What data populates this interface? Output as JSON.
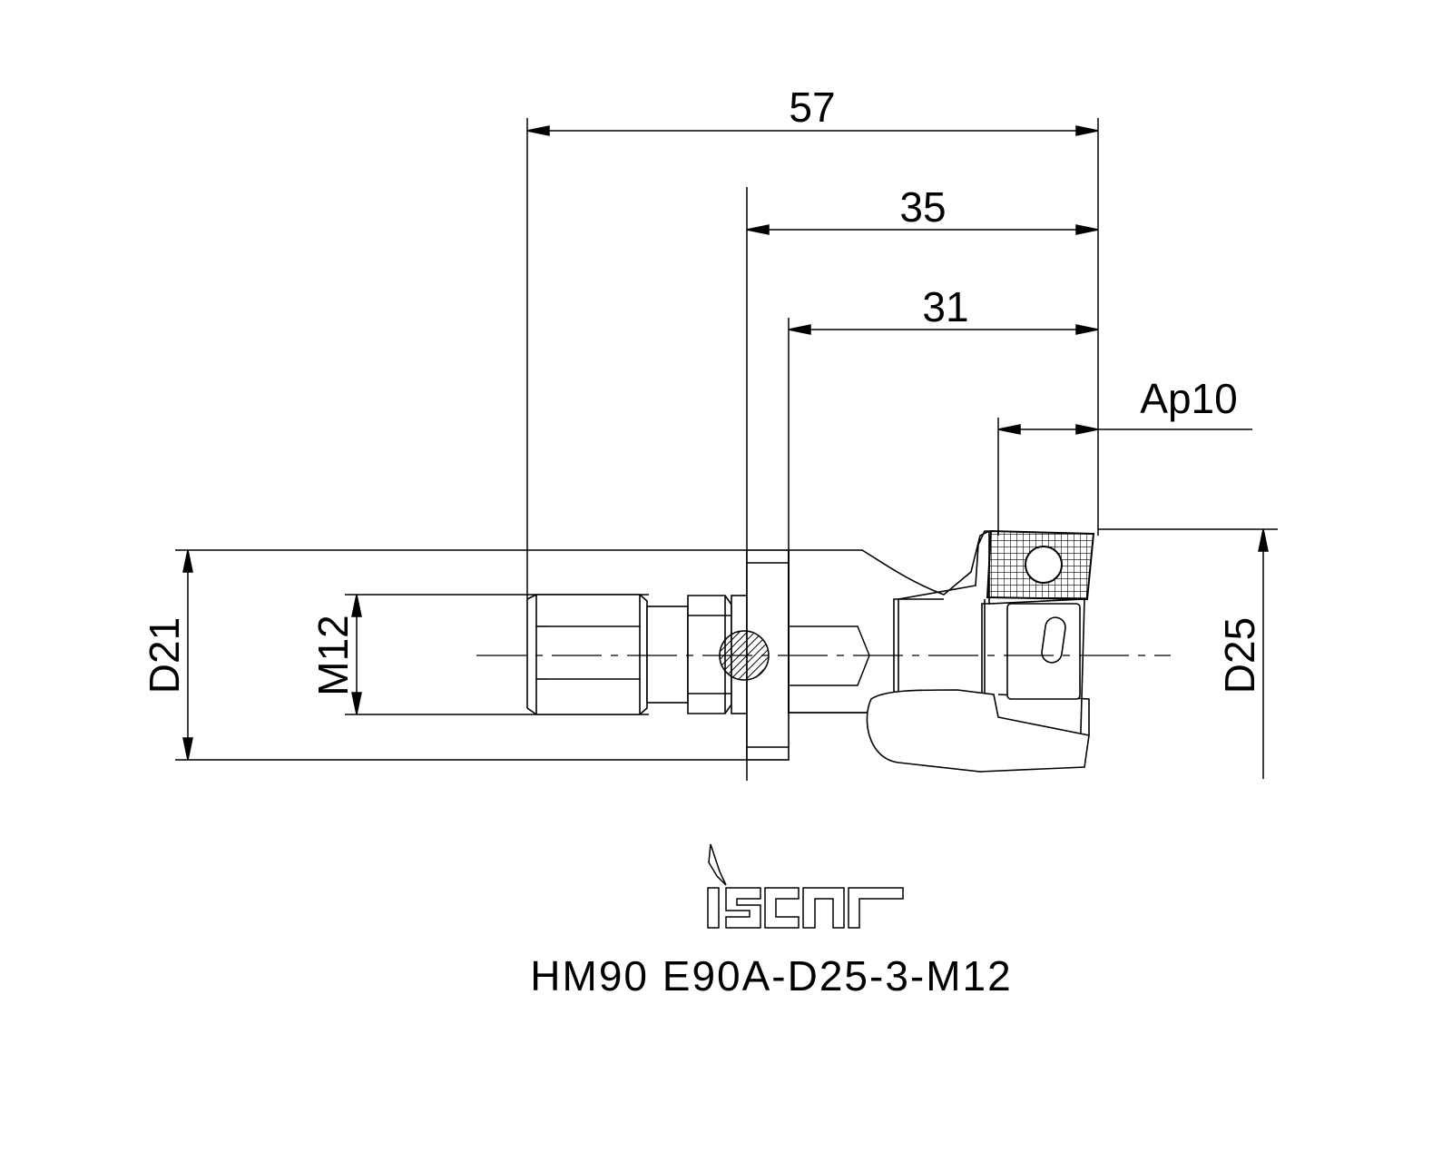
{
  "dimensions": {
    "overall_length": "57",
    "length_to_flange": "35",
    "length_to_shoulder": "31",
    "depth_of_cut": "Ap10",
    "flange_diameter": "D21",
    "thread": "M12",
    "cutting_diameter": "D25"
  },
  "brand": {
    "logo_text": "iscar"
  },
  "designation": "HM90  E90A-D25-3-M12"
}
